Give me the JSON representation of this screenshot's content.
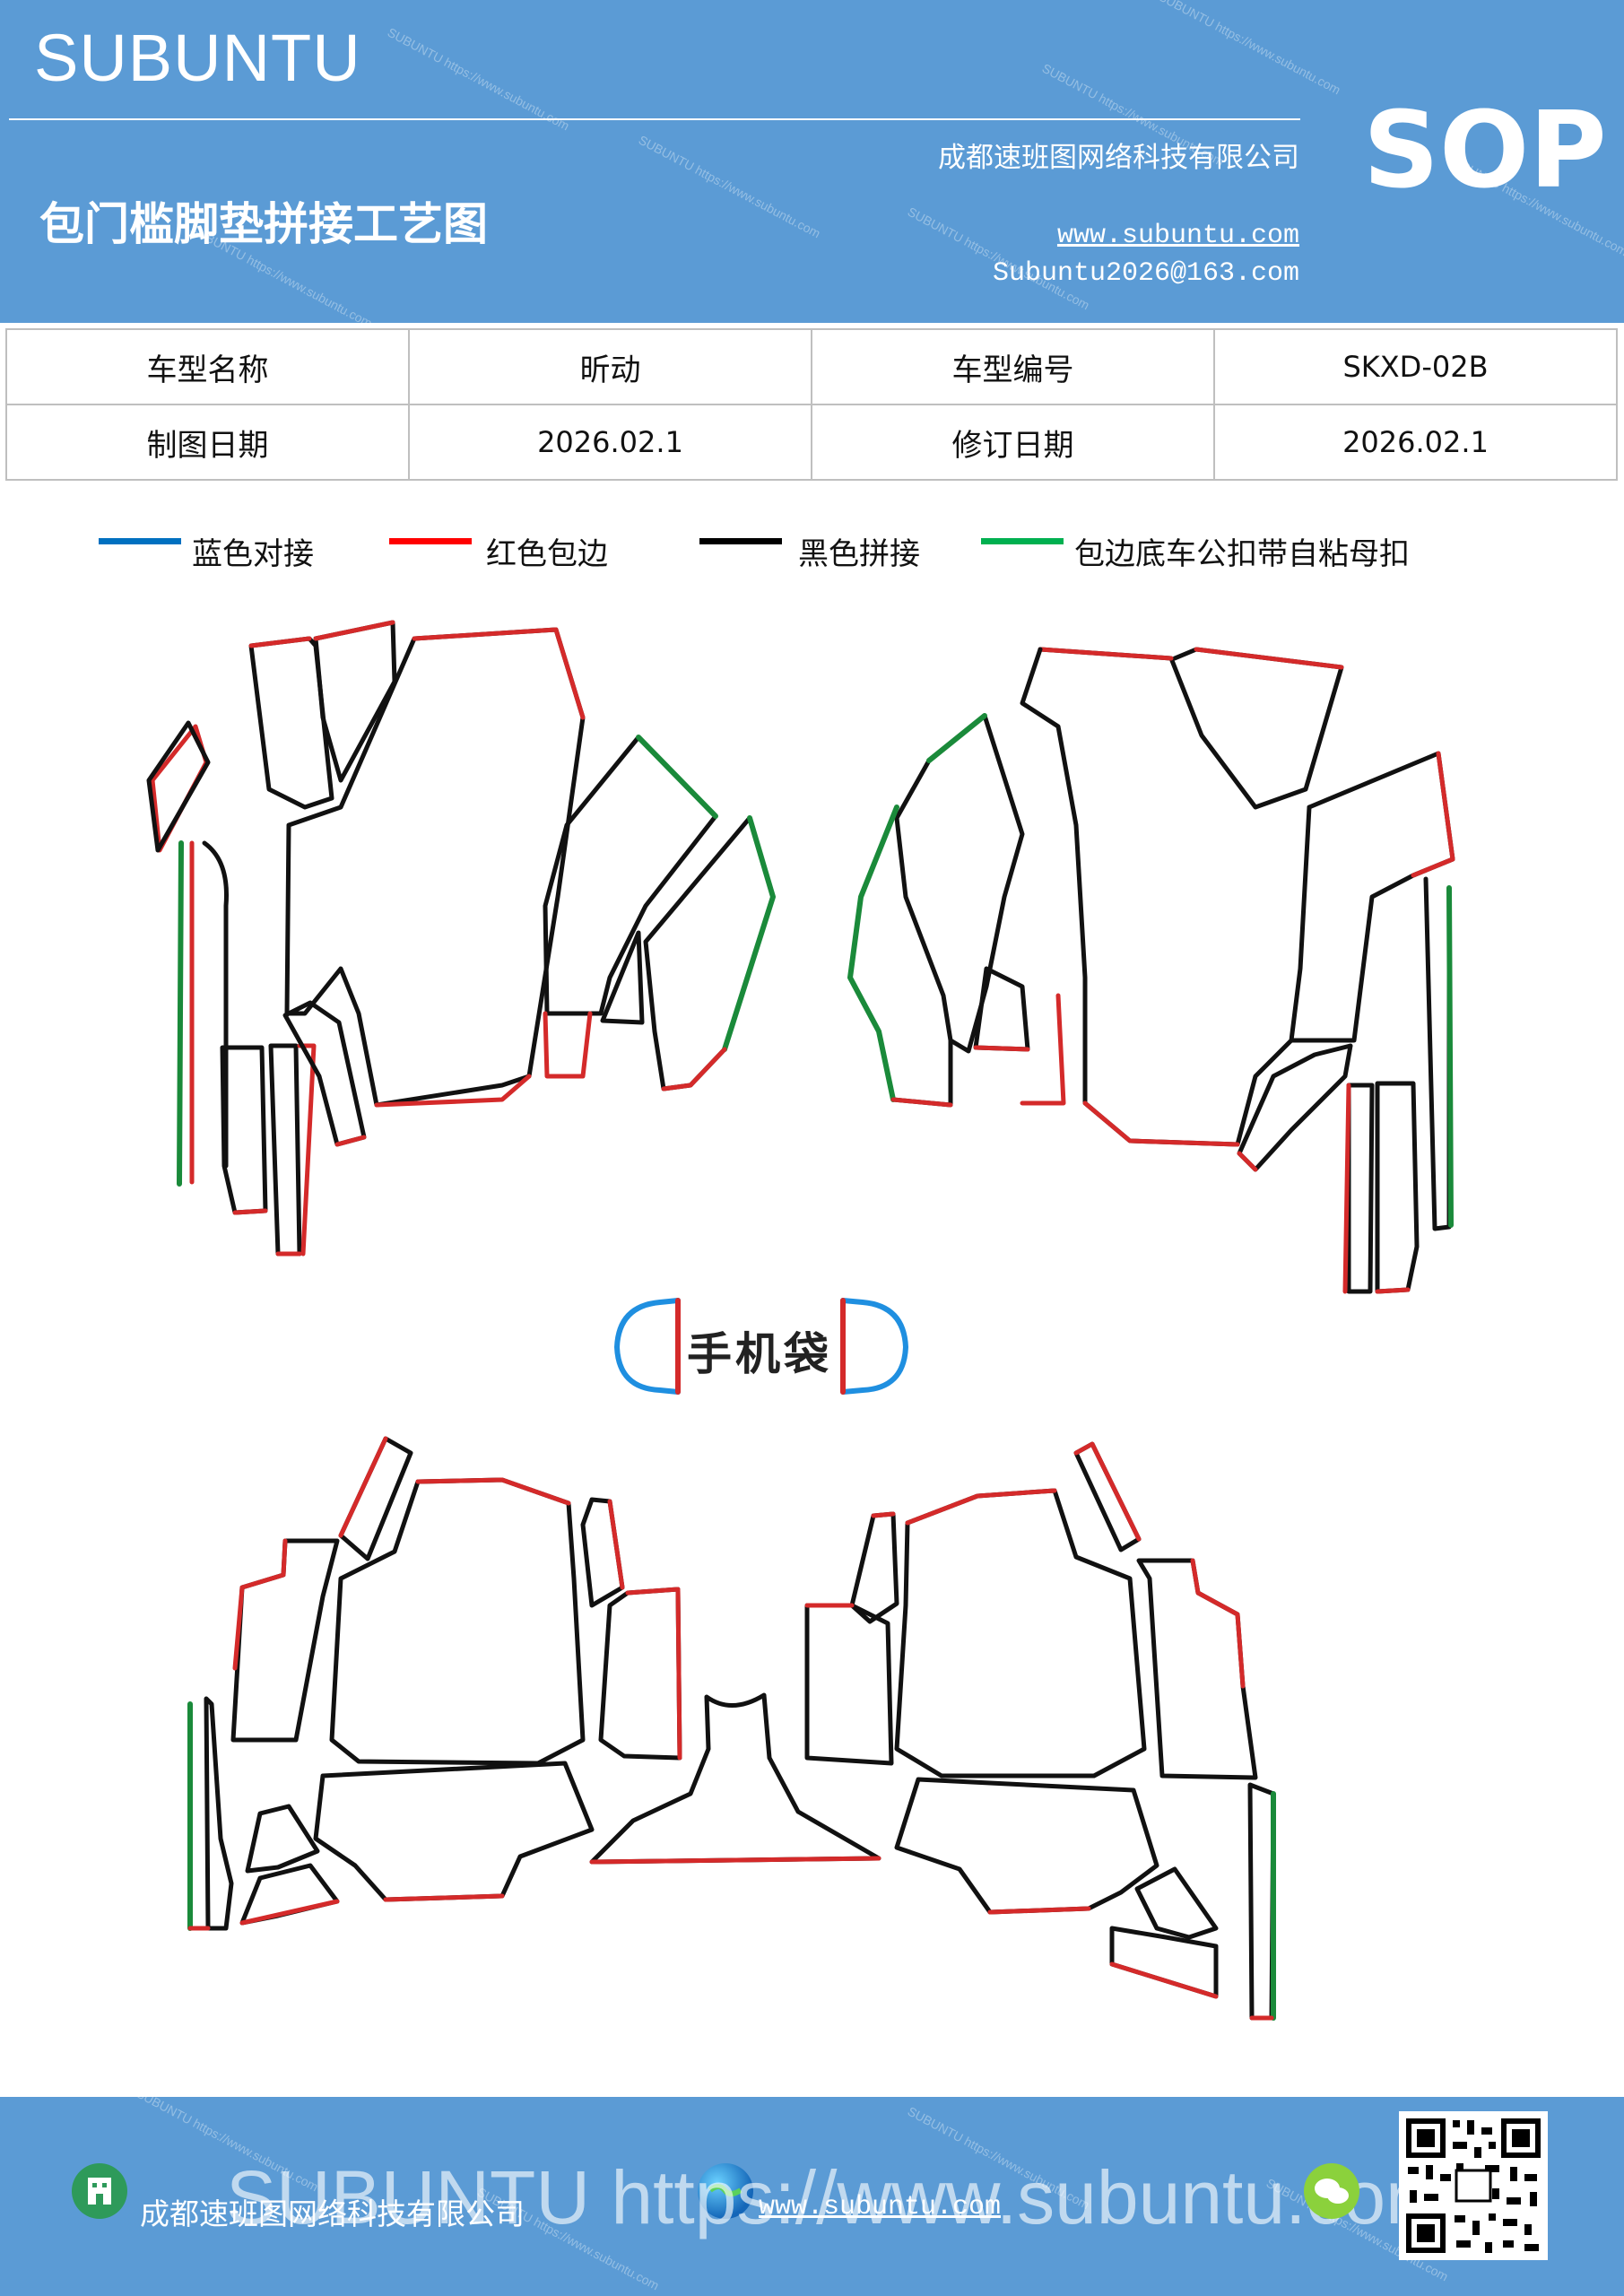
{
  "header": {
    "brand": "SUBUNTU",
    "title": "包门槛脚垫拼接工艺图",
    "company": "成都速班图网络科技有限公司",
    "website": "www.subuntu.com",
    "email": "Subuntu2026@163.com",
    "badge": "SOP"
  },
  "info_table": {
    "rows": [
      {
        "label1": "车型名称",
        "value1": "昕动",
        "label2": "车型编号",
        "value2": "SKXD-02B"
      },
      {
        "label1": "制图日期",
        "value1": "2026.02.1",
        "label2": "修订日期",
        "value2": "2026.02.1"
      }
    ]
  },
  "legend": [
    {
      "label": "蓝色对接",
      "color": "#0070c0"
    },
    {
      "label": "红色包边",
      "color": "#ff0000"
    },
    {
      "label": "黑色拼接",
      "color": "#000000"
    },
    {
      "label": "包边底车公扣带自粘母扣",
      "color": "#00b050"
    }
  ],
  "diagram": {
    "phone_bag_label": "手机袋",
    "colors": {
      "blue": "#1f8fe0",
      "red": "#d42a2a",
      "black": "#111111",
      "green": "#1a8a3a"
    }
  },
  "footer": {
    "company": "成都速班图网络科技有限公司",
    "website": "www.subuntu.com",
    "watermark": "SUBUNTU https://www.subuntu.com"
  }
}
